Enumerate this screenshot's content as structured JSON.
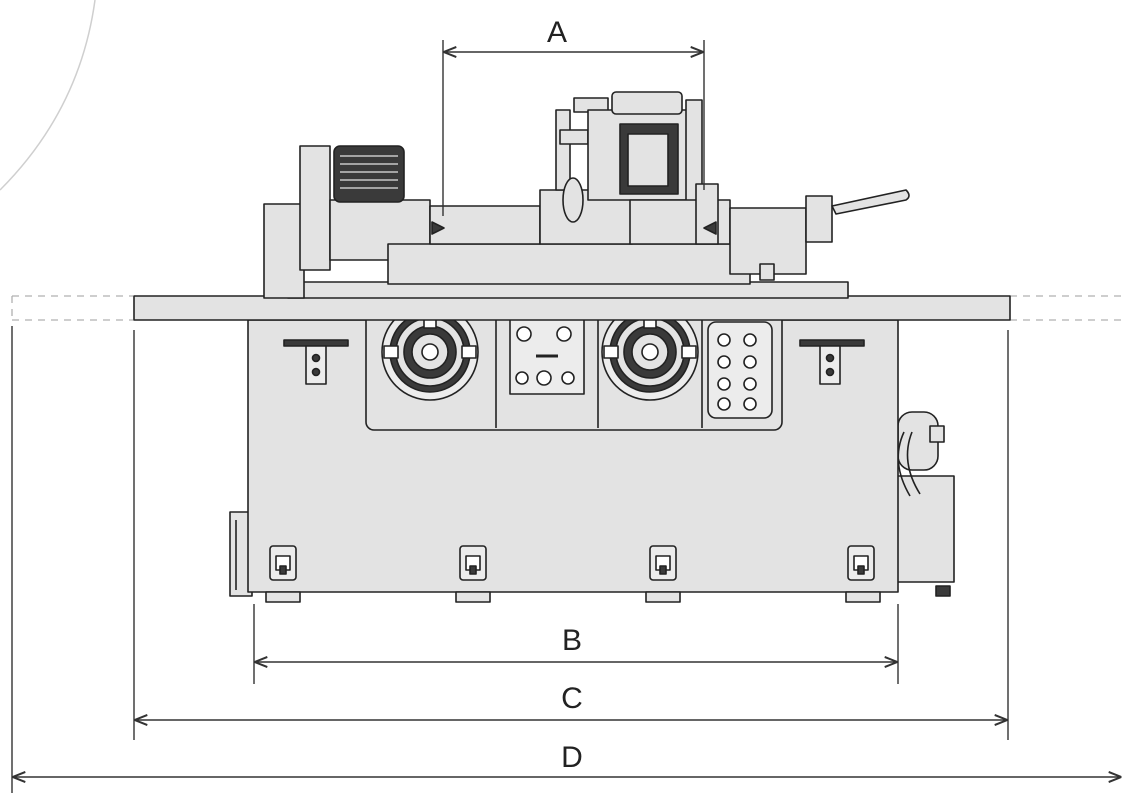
{
  "diagram": {
    "dimension_labels": {
      "a": "A",
      "b": "B",
      "c": "C",
      "d": "D"
    }
  },
  "colors": {
    "background": "#ffffff",
    "machine_fill": "#e3e3e3",
    "machine_fill_light": "#ececec",
    "machine_dark": "#3a3a3a",
    "outline": "#222222",
    "dimension_line": "#333333",
    "dashed_line": "#b0b0b0"
  }
}
